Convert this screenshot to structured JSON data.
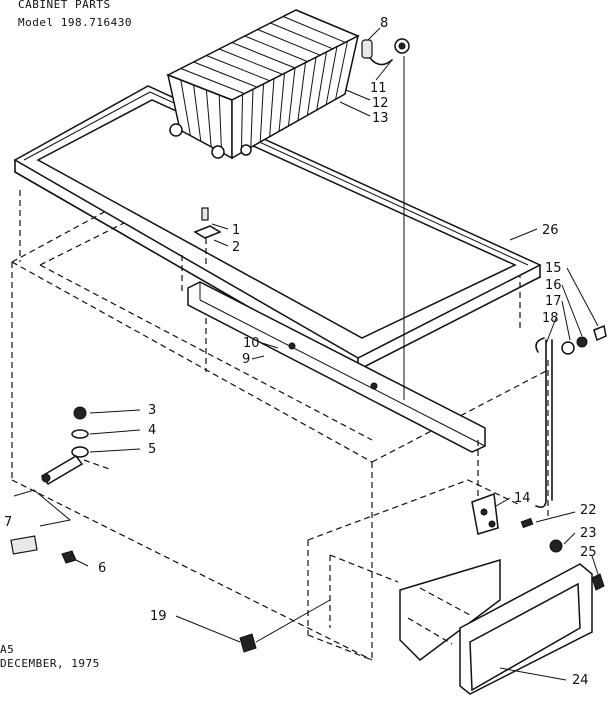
{
  "header": {
    "title": "CABINET PARTS",
    "model": "Model 198.716430"
  },
  "footer": {
    "page": "A5",
    "date": "DECEMBER, 1975"
  },
  "callouts": [
    {
      "id": "c8",
      "label": "8"
    },
    {
      "id": "c11",
      "label": "11"
    },
    {
      "id": "c12",
      "label": "12"
    },
    {
      "id": "c13",
      "label": "13"
    },
    {
      "id": "c1",
      "label": "1"
    },
    {
      "id": "c2",
      "label": "2"
    },
    {
      "id": "c26",
      "label": "26"
    },
    {
      "id": "c15",
      "label": "15"
    },
    {
      "id": "c16",
      "label": "16"
    },
    {
      "id": "c17",
      "label": "17"
    },
    {
      "id": "c18",
      "label": "18"
    },
    {
      "id": "c10",
      "label": "10"
    },
    {
      "id": "c9",
      "label": "9"
    },
    {
      "id": "c3",
      "label": "3"
    },
    {
      "id": "c4",
      "label": "4"
    },
    {
      "id": "c5",
      "label": "5"
    },
    {
      "id": "c14",
      "label": "14"
    },
    {
      "id": "c22",
      "label": "22"
    },
    {
      "id": "c23",
      "label": "23"
    },
    {
      "id": "c25",
      "label": "25"
    },
    {
      "id": "c7",
      "label": "7"
    },
    {
      "id": "c6",
      "label": "6"
    },
    {
      "id": "c19",
      "label": "19"
    },
    {
      "id": "c24",
      "label": "24"
    }
  ]
}
